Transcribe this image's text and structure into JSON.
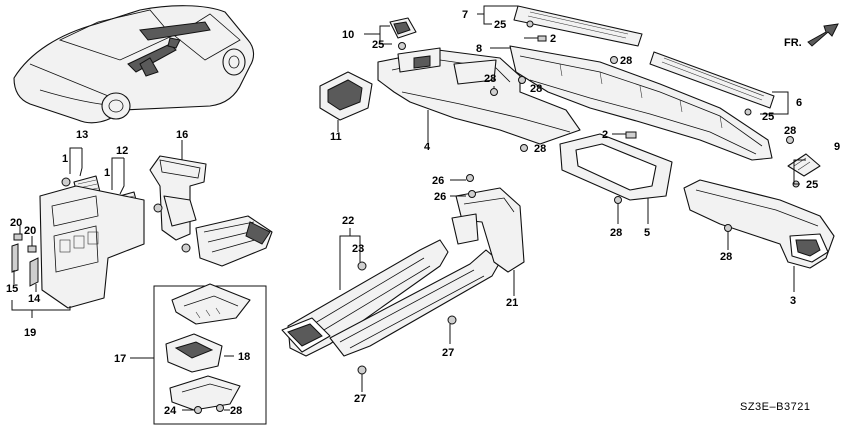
{
  "diagram": {
    "direction_label": "FR.",
    "diagram_code": "SZ3E–B3721",
    "callouts": [
      {
        "id": "c10",
        "text": "10"
      },
      {
        "id": "c25a",
        "text": "25"
      },
      {
        "id": "c7",
        "text": "7"
      },
      {
        "id": "c25b",
        "text": "25"
      },
      {
        "id": "c2a",
        "text": "2"
      },
      {
        "id": "c8",
        "text": "8"
      },
      {
        "id": "c28a",
        "text": "28"
      },
      {
        "id": "c28b",
        "text": "28"
      },
      {
        "id": "c28c",
        "text": "28"
      },
      {
        "id": "c6",
        "text": "6"
      },
      {
        "id": "c25c",
        "text": "25"
      },
      {
        "id": "c11",
        "text": "11"
      },
      {
        "id": "c4",
        "text": "4"
      },
      {
        "id": "c2b",
        "text": "2"
      },
      {
        "id": "c28d",
        "text": "28"
      },
      {
        "id": "c28e",
        "text": "28"
      },
      {
        "id": "c9",
        "text": "9"
      },
      {
        "id": "c25d",
        "text": "25"
      },
      {
        "id": "c13",
        "text": "13"
      },
      {
        "id": "c16",
        "text": "16"
      },
      {
        "id": "c1a",
        "text": "1"
      },
      {
        "id": "c12",
        "text": "12"
      },
      {
        "id": "c1b",
        "text": "1"
      },
      {
        "id": "c26a",
        "text": "26"
      },
      {
        "id": "c26b",
        "text": "26"
      },
      {
        "id": "c28f",
        "text": "28"
      },
      {
        "id": "c5",
        "text": "5"
      },
      {
        "id": "c28g",
        "text": "28"
      },
      {
        "id": "c3",
        "text": "3"
      },
      {
        "id": "c20a",
        "text": "20"
      },
      {
        "id": "c20b",
        "text": "20"
      },
      {
        "id": "c22",
        "text": "22"
      },
      {
        "id": "c23",
        "text": "23"
      },
      {
        "id": "c21",
        "text": "21"
      },
      {
        "id": "c15",
        "text": "15"
      },
      {
        "id": "c14",
        "text": "14"
      },
      {
        "id": "c19",
        "text": "19"
      },
      {
        "id": "c27a",
        "text": "27"
      },
      {
        "id": "c17",
        "text": "17"
      },
      {
        "id": "c18",
        "text": "18"
      },
      {
        "id": "c27b",
        "text": "27"
      },
      {
        "id": "c24",
        "text": "24"
      },
      {
        "id": "c28h",
        "text": "28"
      }
    ]
  }
}
